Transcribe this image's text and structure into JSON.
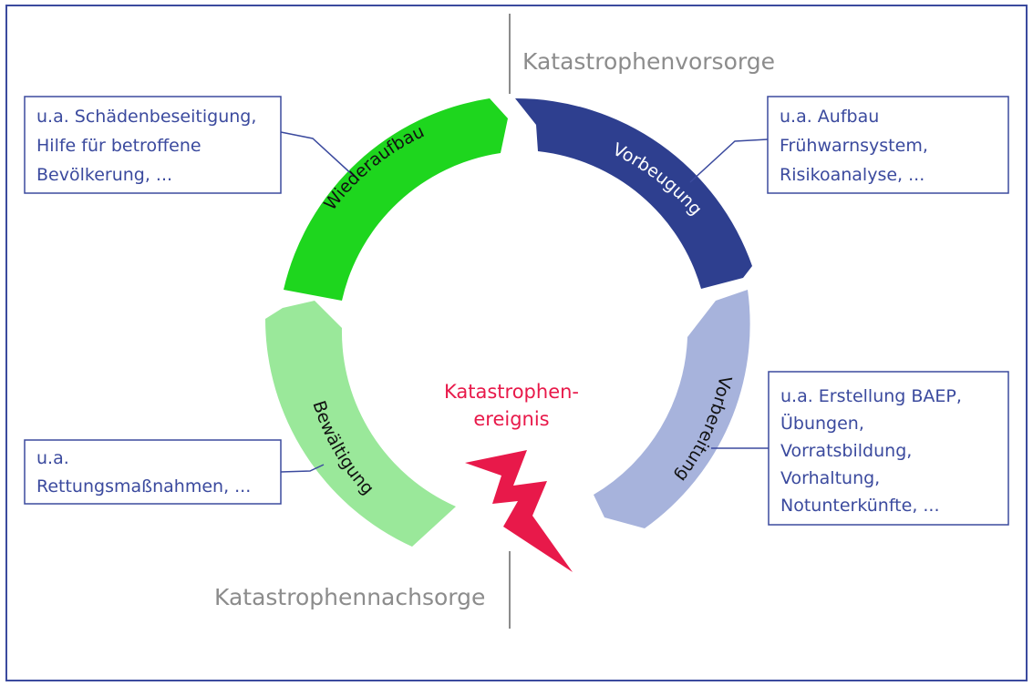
{
  "labels": {
    "top": "Katastrophenvorsorge",
    "bottom": "Katastrophennachsorge",
    "center_line1": "Katastrophen-",
    "center_line2": "ereignis"
  },
  "phases": {
    "wiederaufbau": "Wiederaufbau",
    "vorbeugung": "Vorbeugung",
    "vorbereitung": "Vorbereitung",
    "bewaeltigung": "Bewältigung"
  },
  "boxes": {
    "wiederaufbau": [
      "u.a. Schädenbeseitigung,",
      "Hilfe für betroffene",
      "Bevölkerung, ..."
    ],
    "vorbeugung": [
      "u.a. Aufbau",
      "Frühwarnsystem,",
      "Risikoanalyse, ..."
    ],
    "vorbereitung": [
      "u.a. Erstellung BAEP,",
      "Übungen,",
      "Vorratsbildung,",
      "Vorhaltung,",
      "Notunterkünfte, ..."
    ],
    "bewaeltigung": [
      "u.a.",
      "Rettungsmaßnahmen, ..."
    ]
  },
  "colors": {
    "frame": "#3b4a9e",
    "wiederaufbau": "#1ed61e",
    "vorbeugung": "#2e3f8f",
    "vorbereitung": "#a7b3dc",
    "bewaeltigung": "#9ae89a",
    "event": "#e8194a",
    "divider": "#8c8c8c"
  }
}
